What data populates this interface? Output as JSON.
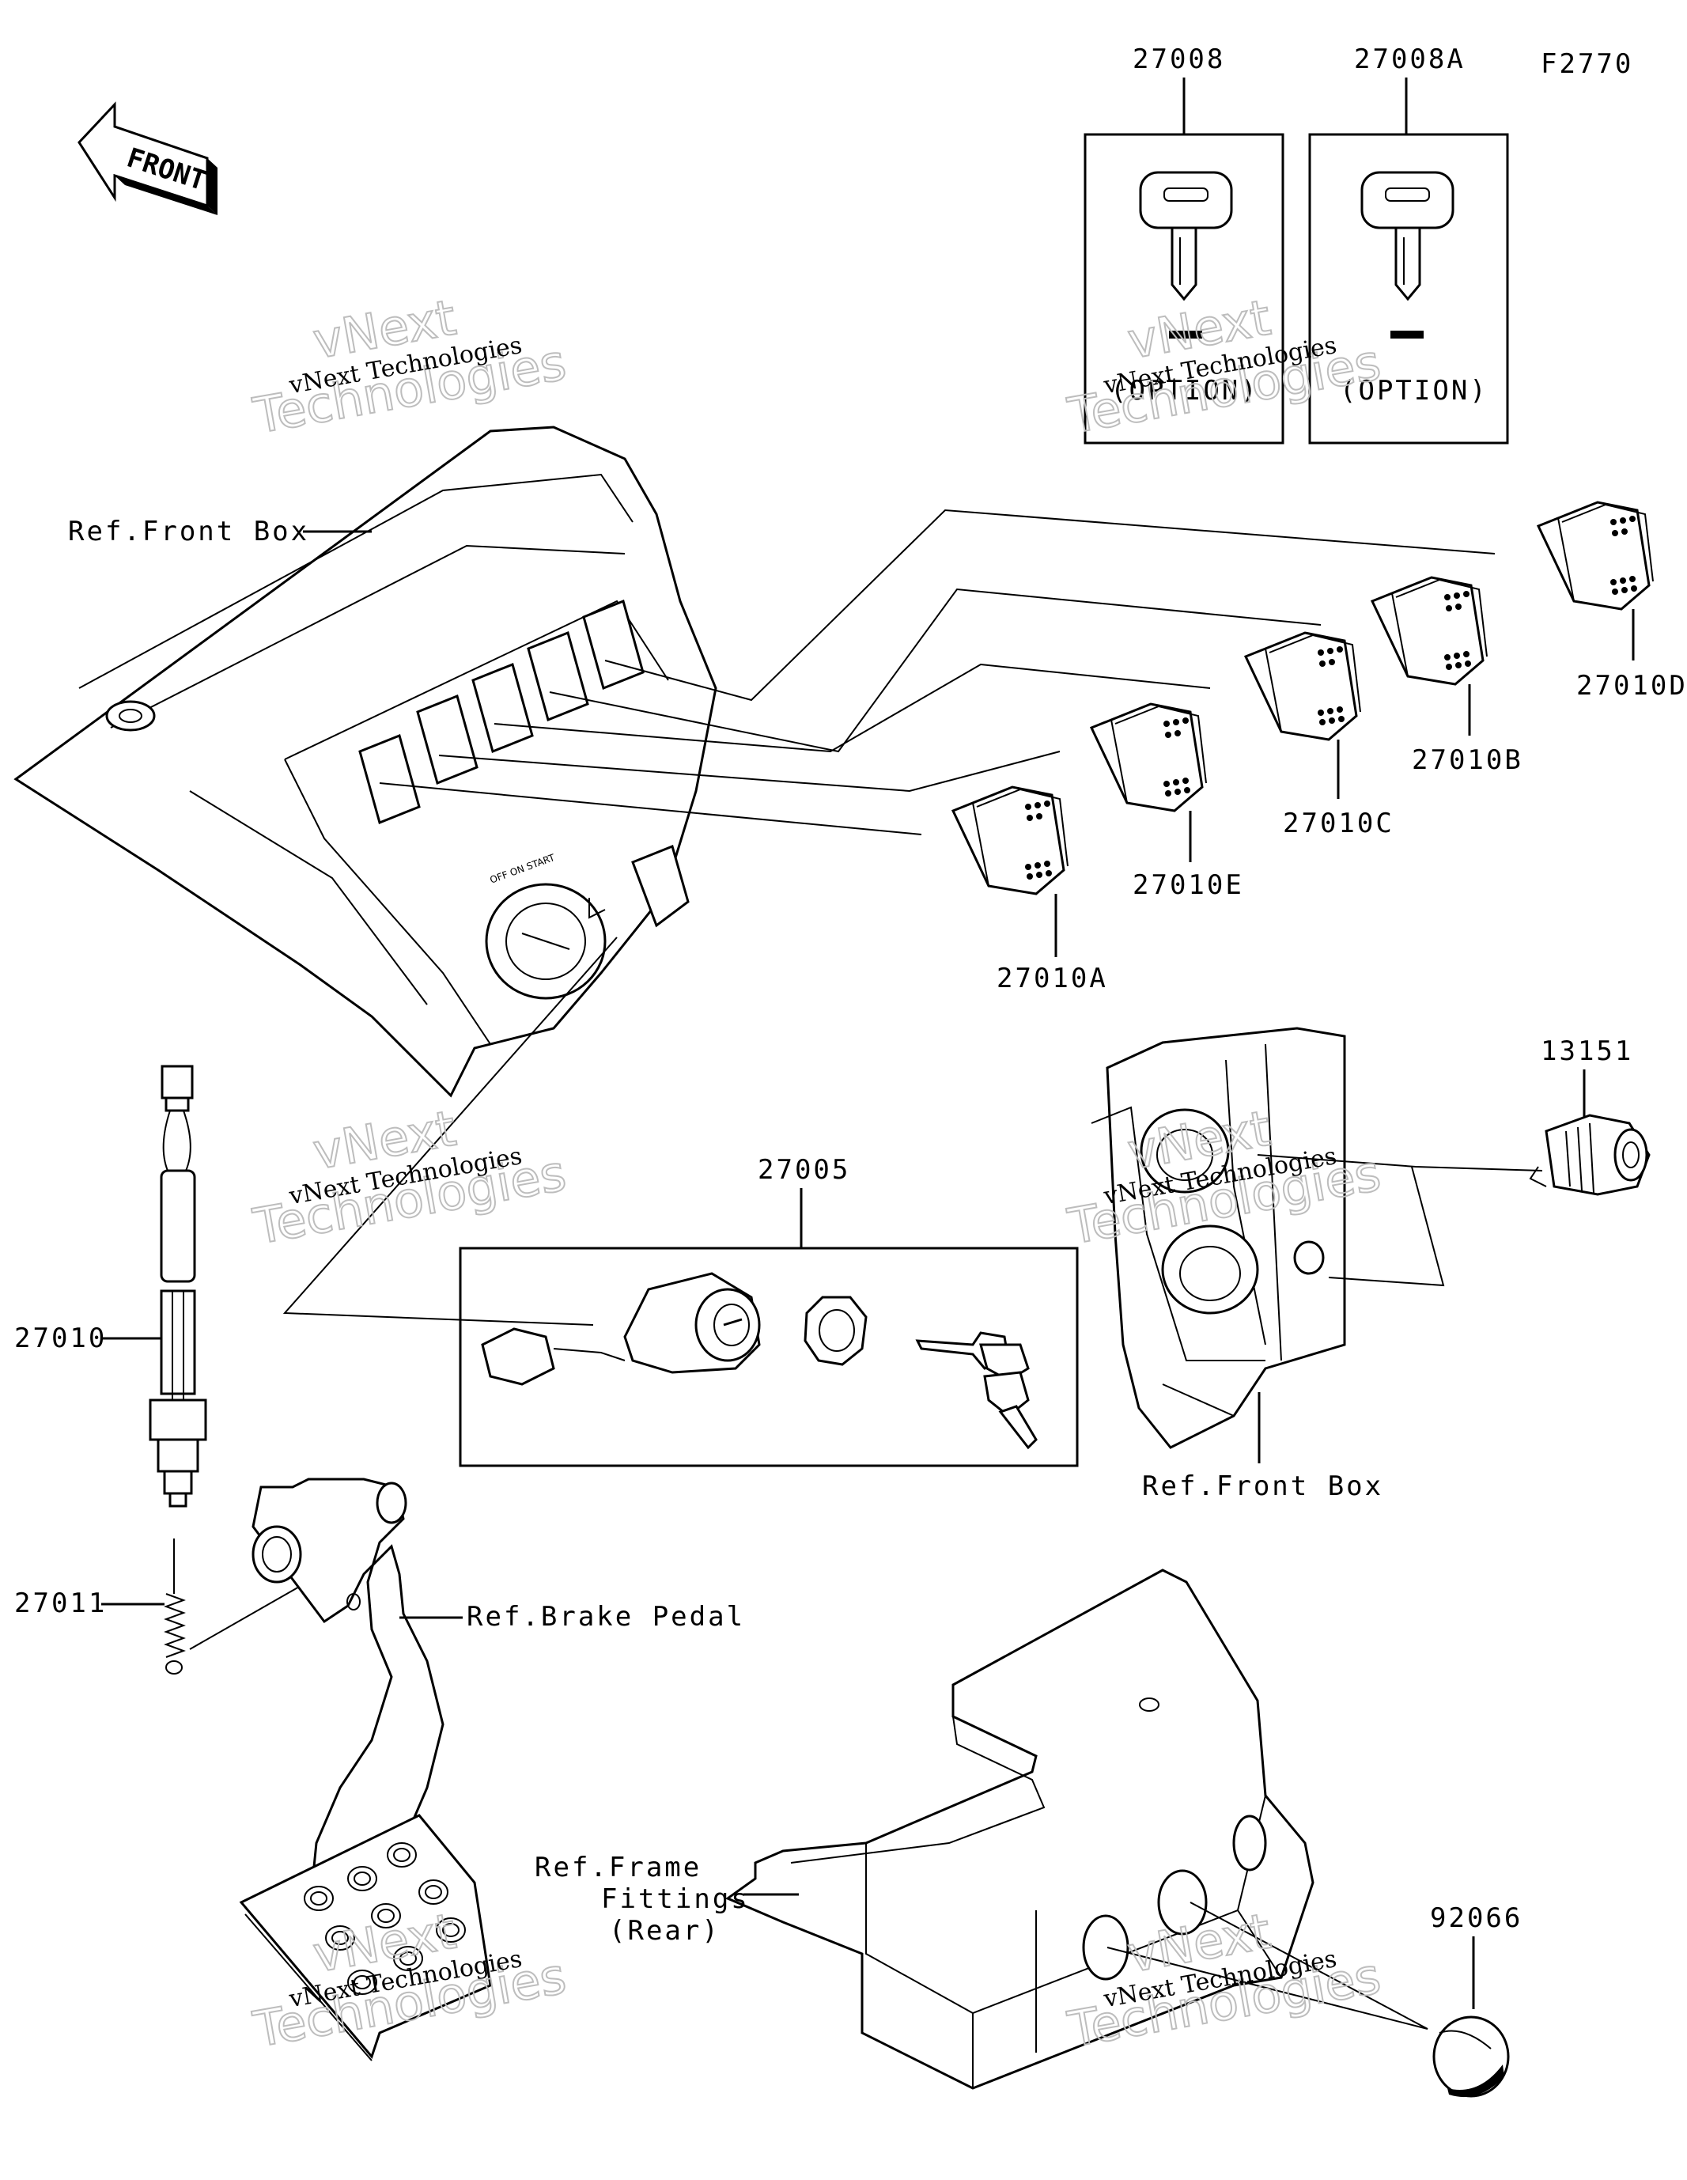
{
  "figure_code": "F2770",
  "front_arrow_text": "FRONT",
  "option_text": "(OPTION)",
  "watermark": {
    "line1": "vNext Technologies",
    "line2a": "vNext",
    "line2b": "Technologies"
  },
  "labels": {
    "p27008": "27008",
    "p27008A": "27008A",
    "p27010A": "27010A",
    "p27010B": "27010B",
    "p27010C": "27010C",
    "p27010D": "27010D",
    "p27010E": "27010E",
    "p27005": "27005",
    "p13151": "13151",
    "p27010": "27010",
    "p27011": "27011",
    "p92066": "92066",
    "ref_front_box_top": "Ref.Front Box",
    "ref_front_box_right": "Ref.Front Box",
    "ref_brake_pedal": "Ref.Brake Pedal",
    "ref_frame_line1": "Ref.Frame",
    "ref_frame_line2": "Fittings",
    "ref_frame_line3": "(Rear)"
  }
}
